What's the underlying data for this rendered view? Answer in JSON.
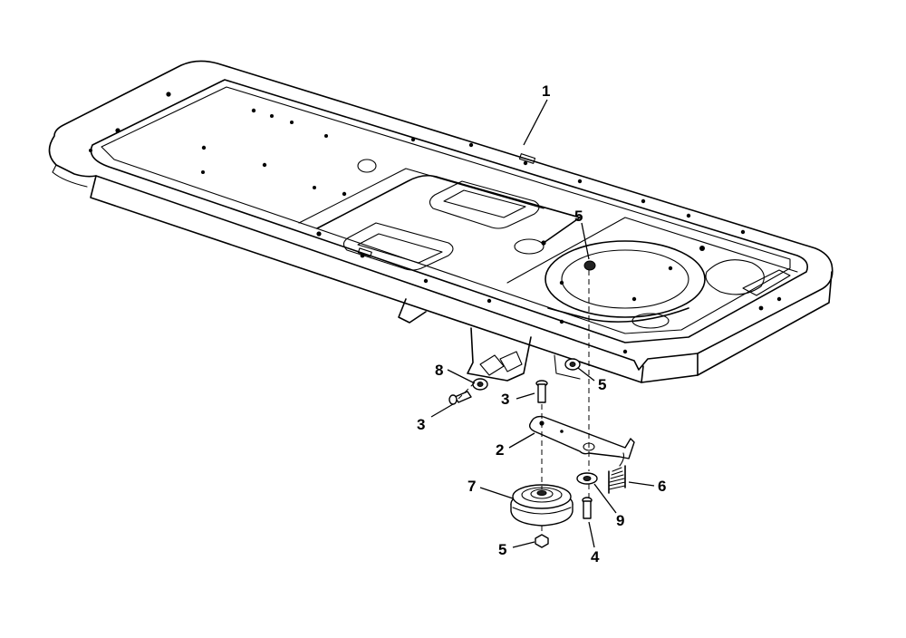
{
  "callouts": {
    "c1": "1",
    "c2": "2",
    "c3a": "3",
    "c3b": "3",
    "c4": "4",
    "c5a": "5",
    "c5b": "5",
    "c5c": "5",
    "c6": "6",
    "c7": "7",
    "c8": "8",
    "c9": "9"
  },
  "colors": {
    "line": "#000000",
    "background": "#ffffff"
  }
}
